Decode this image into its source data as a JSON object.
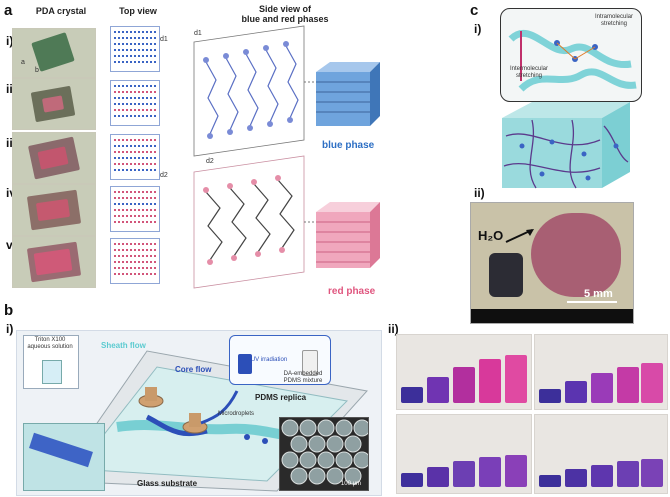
{
  "figure": {
    "panel_a": {
      "letter": "a",
      "col_crystal": "PDA crystal",
      "col_top": "Top view",
      "col_side_1": "Side view of",
      "col_side_2": "blue and red phases",
      "rows": [
        "i)",
        "ii)",
        "iii)",
        "iv)",
        "v)"
      ],
      "axis_a": "a",
      "axis_b": "b",
      "d1": "d1",
      "d2": "d2",
      "blue_phase": "blue phase",
      "red_phase": "red phase"
    },
    "panel_b": {
      "letter": "b",
      "sub_i": "i)",
      "sub_ii": "ii)",
      "triton": "Triton X100 aqueous solution",
      "sheath_flow": "Sheath flow",
      "core_flow": "Core flow",
      "uv": "UV irradiation",
      "da_mixture": "DA-embedded PDMS mixture",
      "pdms_replica": "PDMS replica",
      "microdroplets": "Microdroplets",
      "glass": "Glass substrate",
      "scale_um": "100 μm"
    },
    "panel_c": {
      "letter": "c",
      "sub_i": "i)",
      "sub_ii": "ii)",
      "intramolecular": "Intramolecular stretching",
      "intermolecular": "Intermolecular stretching",
      "water": "H₂O",
      "scale": "5 mm"
    },
    "colors": {
      "blue": "#3a64c4",
      "red": "#d2557a",
      "cyan": "#7fd3d8",
      "magenta": "#d8399b",
      "purple": "#6c3fb3"
    }
  }
}
